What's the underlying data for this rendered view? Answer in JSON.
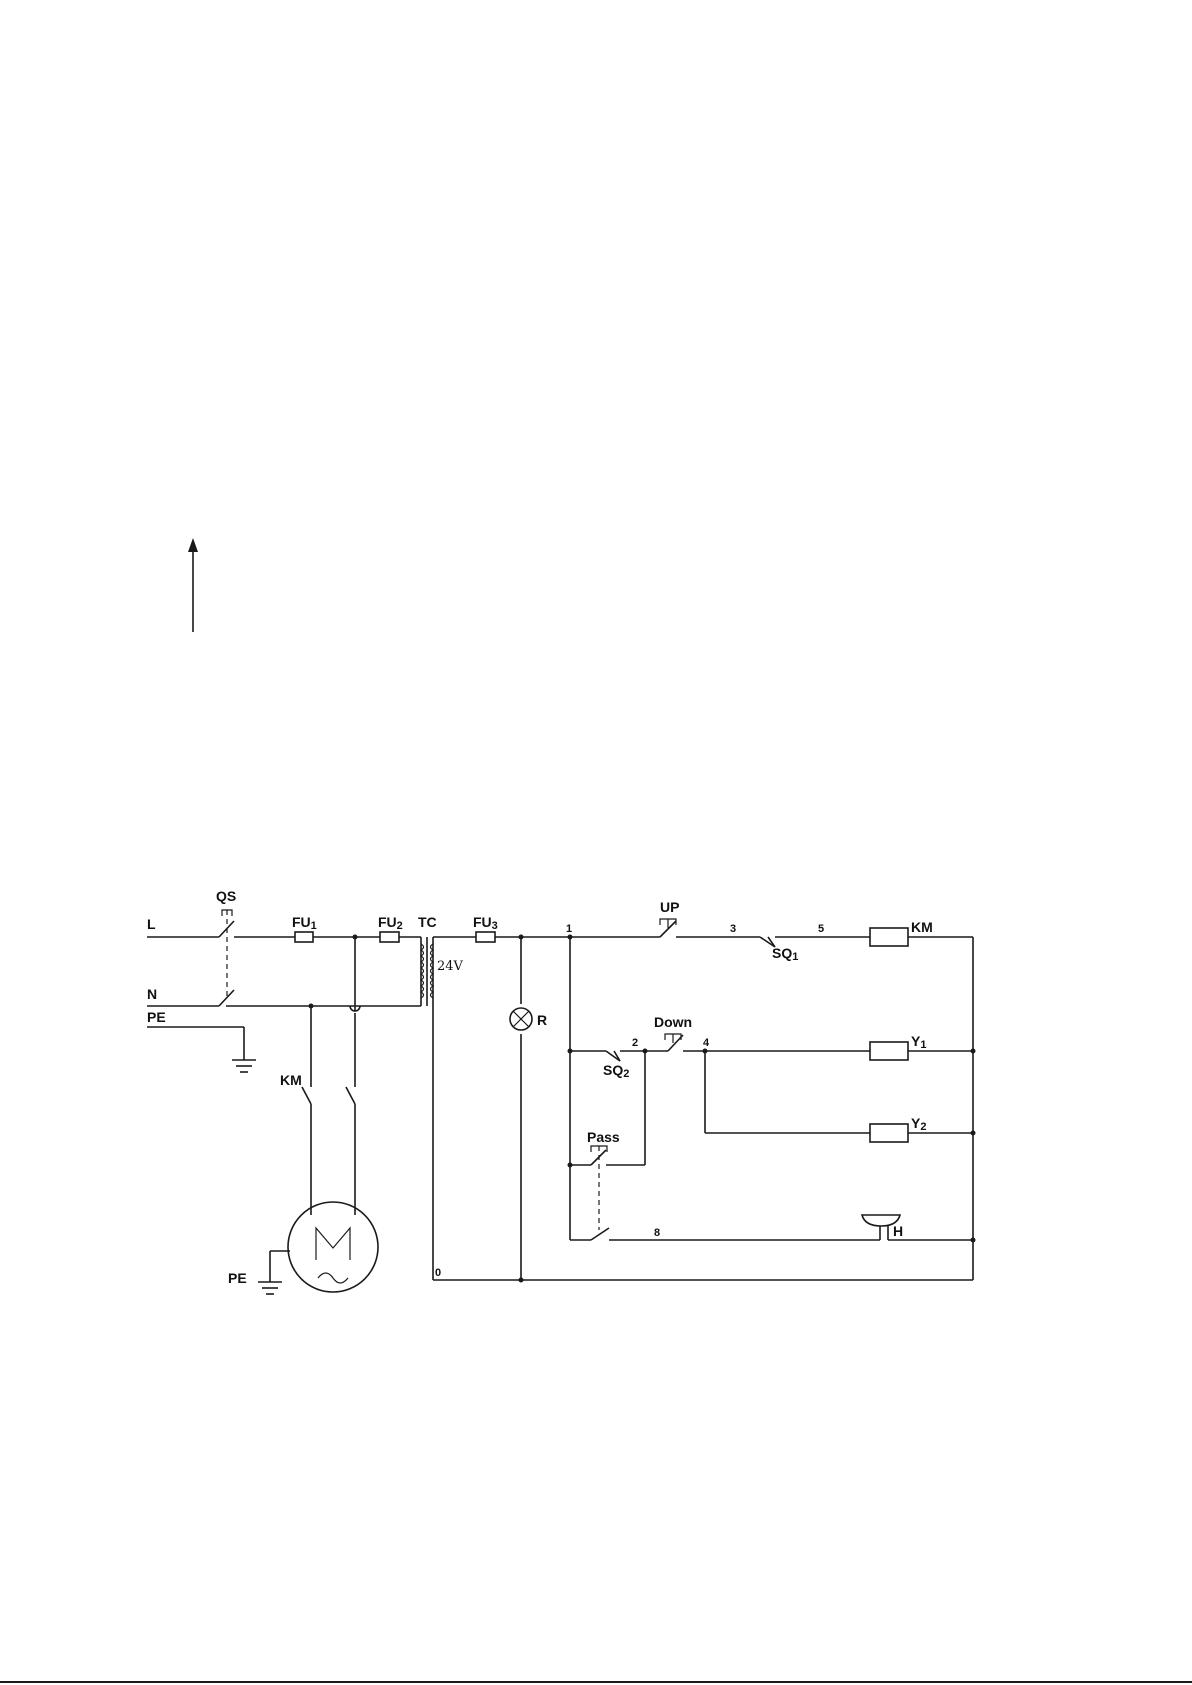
{
  "diagram": {
    "labels": {
      "line_l": "L",
      "line_n": "N",
      "line_pe": "PE",
      "qs": "QS",
      "fu1_main": "FU",
      "fu1_sub": "1",
      "fu2_main": "FU",
      "fu2_sub": "2",
      "tc": "TC",
      "voltage": "24V",
      "fu3_main": "FU",
      "fu3_sub": "3",
      "km_contact": "KM",
      "motor": "M",
      "motor_pe": "PE",
      "lamp": "R",
      "node_0": "0",
      "node_1": "1",
      "up": "UP",
      "node_3": "3",
      "sq1_main": "SQ",
      "sq1_sub": "1",
      "node_5": "5",
      "km_coil": "KM",
      "sq2_main": "SQ",
      "sq2_sub": "2",
      "node_2": "2",
      "down": "Down",
      "node_4": "4",
      "y1_main": "Y",
      "y1_sub": "1",
      "y2_main": "Y",
      "y2_sub": "2",
      "pass": "Pass",
      "node_8": "8",
      "horn": "H"
    }
  }
}
